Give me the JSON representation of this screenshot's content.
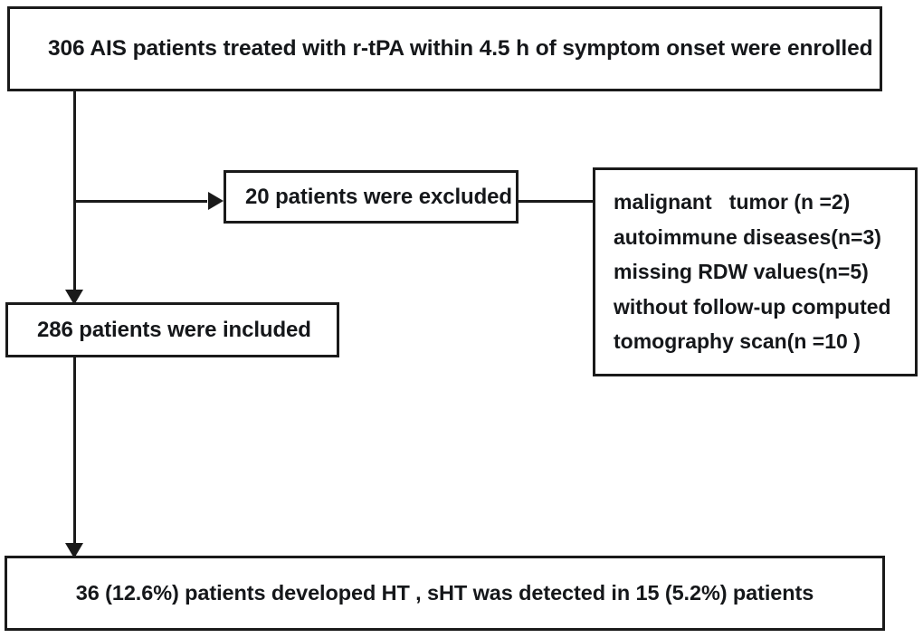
{
  "diagram": {
    "type": "patient-enrollment-flowchart",
    "nodes": {
      "enrolled": {
        "text": "306 AIS patients treated with r-tPA within 4.5 h of symptom onset were enrolled",
        "count": 306
      },
      "excluded": {
        "text": "20 patients were excluded",
        "count": 20
      },
      "reasons": {
        "lines": [
          "malignant   tumor (n =2)",
          "autoimmune diseases(n=3)",
          "missing RDW values(n=5)",
          "without follow-up computed",
          "tomography scan(n =10 )"
        ]
      },
      "included": {
        "text": "286 patients were included",
        "count": 286
      },
      "outcome": {
        "text": "36 (12.6%) patients developed HT , sHT was detected in 15 (5.2%) patients",
        "ht_count": 36,
        "ht_percent": "12.6%",
        "sht_count": 15,
        "sht_percent": "5.2%"
      }
    },
    "colors": {
      "border": "#1a1a1a",
      "text": "#15171a",
      "background": "#ffffff"
    }
  }
}
